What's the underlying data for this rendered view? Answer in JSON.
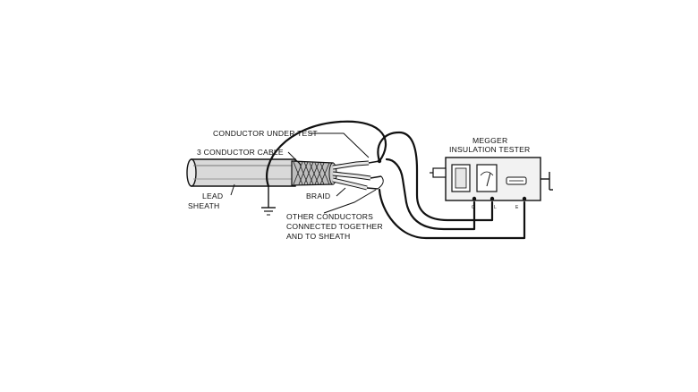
{
  "diagram": {
    "labels": {
      "conductor_under_test": "CONDUCTOR UNDER TEST",
      "three_conductor_cable": "3 CONDUCTOR CABLE",
      "lead_sheath_line1": "LEAD",
      "lead_sheath_line2": "SHEATH",
      "braid": "BRAID",
      "other_conductors_line1": "OTHER CONDUCTORS",
      "other_conductors_line2": "CONNECTED TOGETHER",
      "other_conductors_line3": "AND TO SHEATH"
    },
    "tester": {
      "title_line1": "MEGGER",
      "title_line2": "INSULATION TESTER",
      "terminal_g": "G",
      "terminal_l": "L",
      "terminal_e": "E"
    }
  }
}
